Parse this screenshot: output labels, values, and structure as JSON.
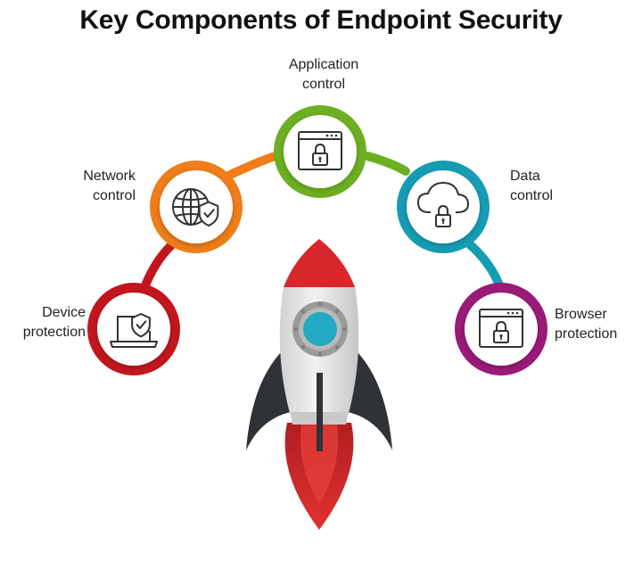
{
  "title": "Key Components of Endpoint Security",
  "components": [
    {
      "id": "device",
      "line1": "Device",
      "line2": "protection",
      "color": "#C3161C",
      "icon": "laptop-shield-icon"
    },
    {
      "id": "network",
      "line1": "Network",
      "line2": "control",
      "color": "#EE7D1A",
      "icon": "globe-shield-icon"
    },
    {
      "id": "application",
      "line1": "Application",
      "line2": "control",
      "color": "#6DAF23",
      "icon": "browser-lock-icon"
    },
    {
      "id": "data",
      "line1": "Data",
      "line2": "control",
      "color": "#169CB3",
      "icon": "cloud-lock-icon"
    },
    {
      "id": "browser",
      "line1": "Browser",
      "line2": "protection",
      "color": "#9A1A78",
      "icon": "browser-lock-icon"
    }
  ],
  "colors": {
    "rocket_body": "#E4E4E4",
    "rocket_red": "#D7272B",
    "rocket_fin": "#2F3236",
    "window": "#24A9C2",
    "icon_stroke": "#333333"
  }
}
